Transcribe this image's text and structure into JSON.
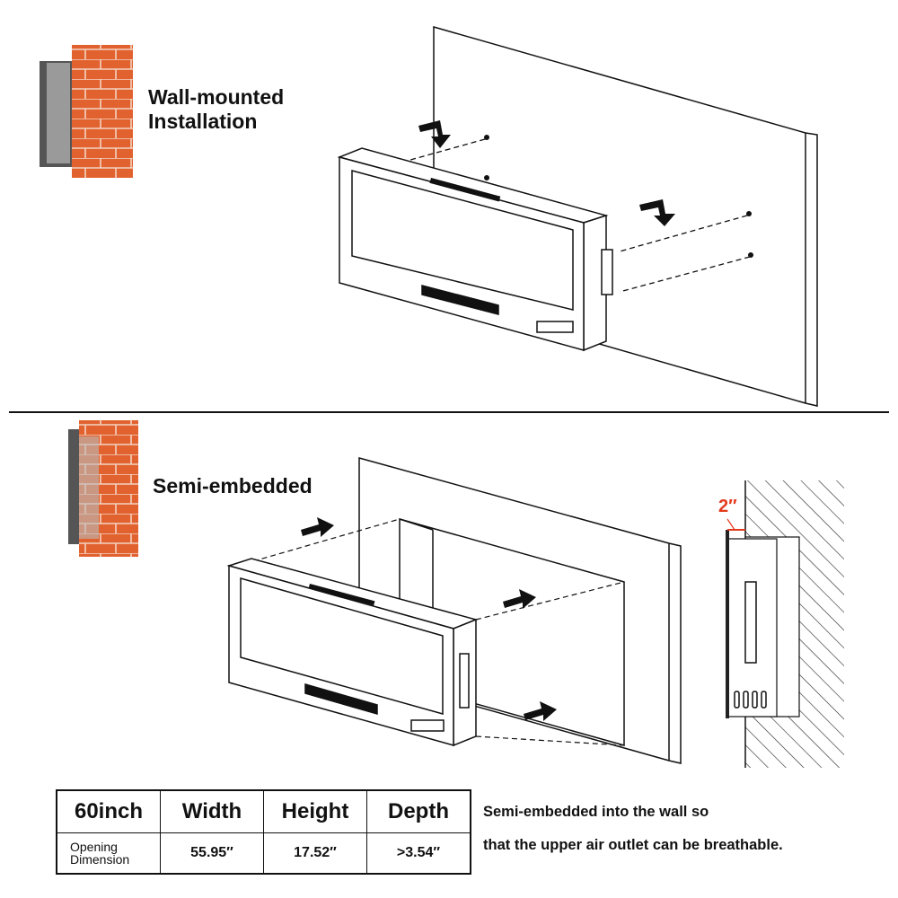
{
  "sections": {
    "wall_mounted": {
      "title_line1": "Wall-mounted",
      "title_line2": "Installation"
    },
    "semi_embedded": {
      "title": "Semi-embedded",
      "clearance_label": "2″"
    }
  },
  "table": {
    "headers": [
      "60inch",
      "Width",
      "Height",
      "Depth"
    ],
    "row_label": [
      "Opening",
      "Dimension"
    ],
    "values": [
      "55.95″",
      "17.52″",
      ">3.54″"
    ]
  },
  "note": {
    "line1": "Semi-embedded into the wall so",
    "line2": "that the upper air outlet can be breathable."
  },
  "colors": {
    "brick": "#e2622f",
    "mortar": "#f3d2c0",
    "accent_red": "#e33a1c",
    "line": "#111111"
  }
}
